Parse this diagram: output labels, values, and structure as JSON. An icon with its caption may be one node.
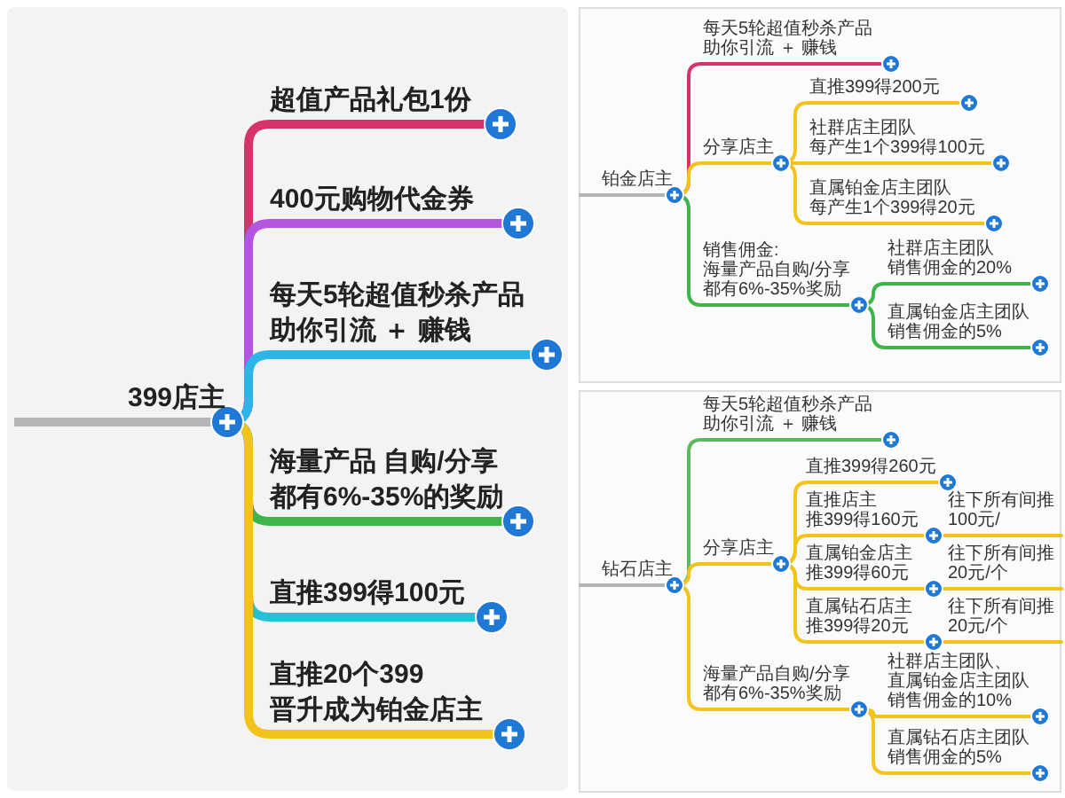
{
  "diagram": {
    "nodes": [
      {
        "text": [
          "399店主"
        ]
      },
      {
        "text": [
          "超值产品礼包1份"
        ]
      },
      {
        "text": [
          "400元购物代金券"
        ]
      },
      {
        "text": [
          "每天5轮超值秒杀产品助你引流 ＋ 赚钱"
        ]
      },
      {
        "text": [
          "海量产品 自购/分享都有6%-35%的奖励"
        ]
      },
      {
        "text": [
          "直推399得100元"
        ]
      },
      {
        "text": [
          "直推20个399晋升成为铂金店主"
        ]
      },
      {
        "text": [
          "铂金店主"
        ]
      },
      {
        "text": [
          "每天5轮超值秒杀产品助你引流 ＋ 赚钱"
        ]
      },
      {
        "text": [
          "分享店主"
        ]
      },
      {
        "text": [
          "直推399得200元"
        ]
      },
      {
        "text": [
          "社群店主团队每产生1个399得100元"
        ]
      },
      {
        "text": [
          "直属铂金店主团队每产生1个399得20元"
        ]
      },
      {
        "text": [
          "销售佣金:海量产品自购/分享都有6%-35%奖励"
        ]
      },
      {
        "text": [
          "社群店主团队销售佣金的20%"
        ]
      },
      {
        "text": [
          "直属铂金店主团队销售佣金的5%"
        ]
      },
      {
        "text": [
          "钻石店主"
        ]
      },
      {
        "text": [
          "每天5轮超值秒杀产品助你引流 ＋ 赚钱"
        ]
      },
      {
        "text": [
          "分享店主"
        ]
      },
      {
        "text": [
          "直推399得260元"
        ]
      },
      {
        "text": [
          "直推店主推399得160元"
        ]
      },
      {
        "text": [
          "往下所有间推100元/"
        ]
      },
      {
        "text": [
          "直属铂金店主推399得60元"
        ]
      },
      {
        "text": [
          "往下所有间推20元/个"
        ]
      },
      {
        "text": [
          "直属钻石店主推399得20元"
        ]
      },
      {
        "text": [
          "往下所有间推20元/个"
        ]
      },
      {
        "text": [
          "海量产品自购/分享都有6%-35%奖励"
        ]
      },
      {
        "text": [
          "社群店主团队、直属铂金店主团队销售佣金的10%"
        ]
      },
      {
        "text": [
          "直属钻石店主团队销售佣金的5%"
        ]
      }
    ],
    "edges": [
      {
        "from": 0,
        "to": 1,
        "arrow": "none",
        "style": "thick",
        "color": "#d6336c"
      },
      {
        "from": 0,
        "to": 2,
        "arrow": "none",
        "style": "thick",
        "color": "#b554e0"
      },
      {
        "from": 0,
        "to": 3,
        "arrow": "none",
        "style": "thick",
        "color": "#2cb5e8"
      },
      {
        "from": 0,
        "to": 4,
        "arrow": "none",
        "style": "thick",
        "color": "#3cb54a"
      },
      {
        "from": 0,
        "to": 5,
        "arrow": "none",
        "style": "thick",
        "color": "#22c1d6"
      },
      {
        "from": 0,
        "to": 6,
        "arrow": "none",
        "style": "thick"
      },
      {
        "from": 7,
        "to": 8,
        "arrow": "none",
        "color": "#d6336c"
      },
      {
        "from": 7,
        "to": 9,
        "arrow": "none"
      },
      {
        "from": 9,
        "to": 10,
        "arrow": "none"
      },
      {
        "from": 9,
        "to": 11,
        "arrow": "none"
      },
      {
        "from": 9,
        "to": 12,
        "arrow": "none"
      },
      {
        "from": 7,
        "to": 13,
        "arrow": "none",
        "color": "#3cb54a"
      },
      {
        "from": 13,
        "to": 14,
        "arrow": "none",
        "color": "#3cb54a"
      },
      {
        "from": 13,
        "to": 15,
        "arrow": "none",
        "color": "#3cb54a"
      },
      {
        "from": 16,
        "to": 17,
        "arrow": "none",
        "color": "#5cb85c"
      },
      {
        "from": 16,
        "to": 18,
        "arrow": "none"
      },
      {
        "from": 18,
        "to": 19,
        "arrow": "none"
      },
      {
        "from": 18,
        "to": 20,
        "arrow": "none"
      },
      {
        "from": 20,
        "to": 21,
        "arrow": "none"
      },
      {
        "from": 18,
        "to": 22,
        "arrow": "none"
      },
      {
        "from": 22,
        "to": 23,
        "arrow": "none"
      },
      {
        "from": 18,
        "to": 24,
        "arrow": "none"
      },
      {
        "from": 24,
        "to": 25,
        "arrow": "none"
      },
      {
        "from": 16,
        "to": 26,
        "arrow": "none"
      },
      {
        "from": 26,
        "to": 27,
        "arrow": "none"
      },
      {
        "from": 26,
        "to": 28,
        "arrow": "none"
      }
    ]
  }
}
